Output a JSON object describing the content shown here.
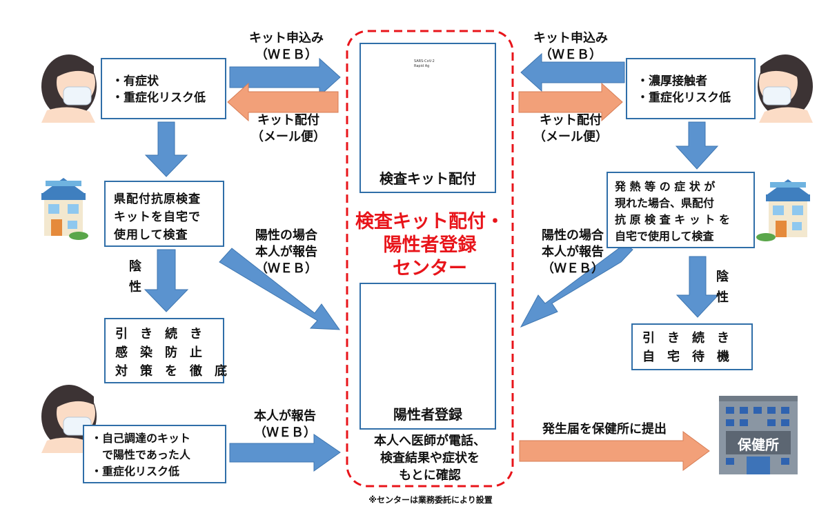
{
  "center": {
    "title": "検査キット配付・\n陽性者登録\nセンター",
    "note": "※センターは業務委託により設置",
    "kit_label": "検査キット配付",
    "kit_card_text": "SARS-CoV-2\nRapid Ag",
    "register_label": "陽性者登録",
    "confirm_text": "本人へ医師が電話、\n検査結果や症状を\nもとに確認"
  },
  "left_top": {
    "person_box": "・有症状\n・重症化リスク低",
    "apply_label": "キット申込み\n（ＷＥＢ）",
    "deliver_label": "キット配付\n（メール便）",
    "test_box": "県配付抗原検査\nキットを自宅で\n使用して検査",
    "negative_label": [
      "陰",
      "性"
    ],
    "result_box": "引　き　続　き\n感　染　防　止\n対　策　を　徹　底",
    "positive_label": "陽性の場合\n本人が報告\n（ＷＥＢ）"
  },
  "right_top": {
    "person_box": "・濃厚接触者\n・重症化リスク低",
    "apply_label": "キット申込み\n（ＷＥＢ）",
    "deliver_label": "キット配付\n（メール便）",
    "test_box": "発 熱 等 の 症 状 が\n現れた場合、県配付\n抗 原 検 査 キ ッ ト を\n自宅で使用して検査",
    "negative_label": [
      "陰",
      "性"
    ],
    "result_box": "引　き　続　き\n自　宅　待　機",
    "positive_label": "陽性の場合\n本人が報告\n（ＷＥＢ）"
  },
  "left_bottom": {
    "person_box": "・自己調達のキット\n　で陽性であった人\n・重症化リスク低",
    "report_label": "本人が報告\n（ＷＥＢ）"
  },
  "health_center": {
    "submit_label": "発生届を保健所に提出",
    "building_sign": "保健所"
  },
  "colors": {
    "blue_arrow": "#5b93cf",
    "orange_arrow": "#f2a079",
    "box_border": "#2f6ea8",
    "center_red": "#e8141a"
  }
}
